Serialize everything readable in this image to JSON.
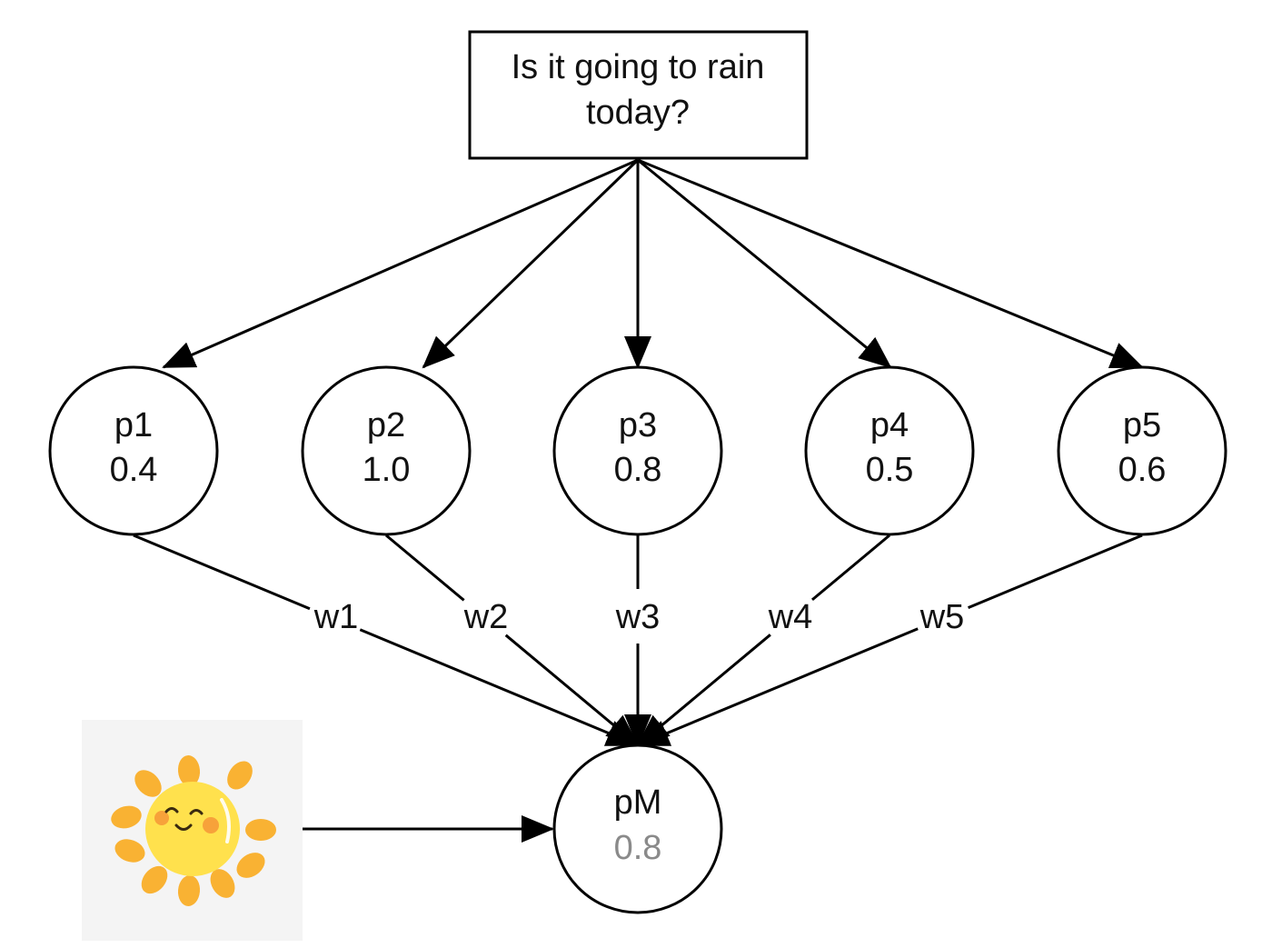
{
  "question": {
    "lines": [
      "Is it going to rain",
      "today?"
    ]
  },
  "predictors": [
    {
      "name": "p1",
      "value": "0.4",
      "weight": "w1"
    },
    {
      "name": "p2",
      "value": "1.0",
      "weight": "w2"
    },
    {
      "name": "p3",
      "value": "0.8",
      "weight": "w3"
    },
    {
      "name": "p4",
      "value": "0.5",
      "weight": "w4"
    },
    {
      "name": "p5",
      "value": "0.6",
      "weight": "w5"
    }
  ],
  "meta_node": {
    "name": "pM",
    "value": "0.8"
  },
  "observation": {
    "icon": "smiling-sun-icon"
  },
  "colors": {
    "stroke": "#000000",
    "text": "#111111",
    "muted_value": "#8a8a8a",
    "sun_fill": "#FFE14D",
    "sun_rays": "#F9B233",
    "sun_cheeks": "#F7A23A",
    "image_background": "#F4F4F4"
  }
}
